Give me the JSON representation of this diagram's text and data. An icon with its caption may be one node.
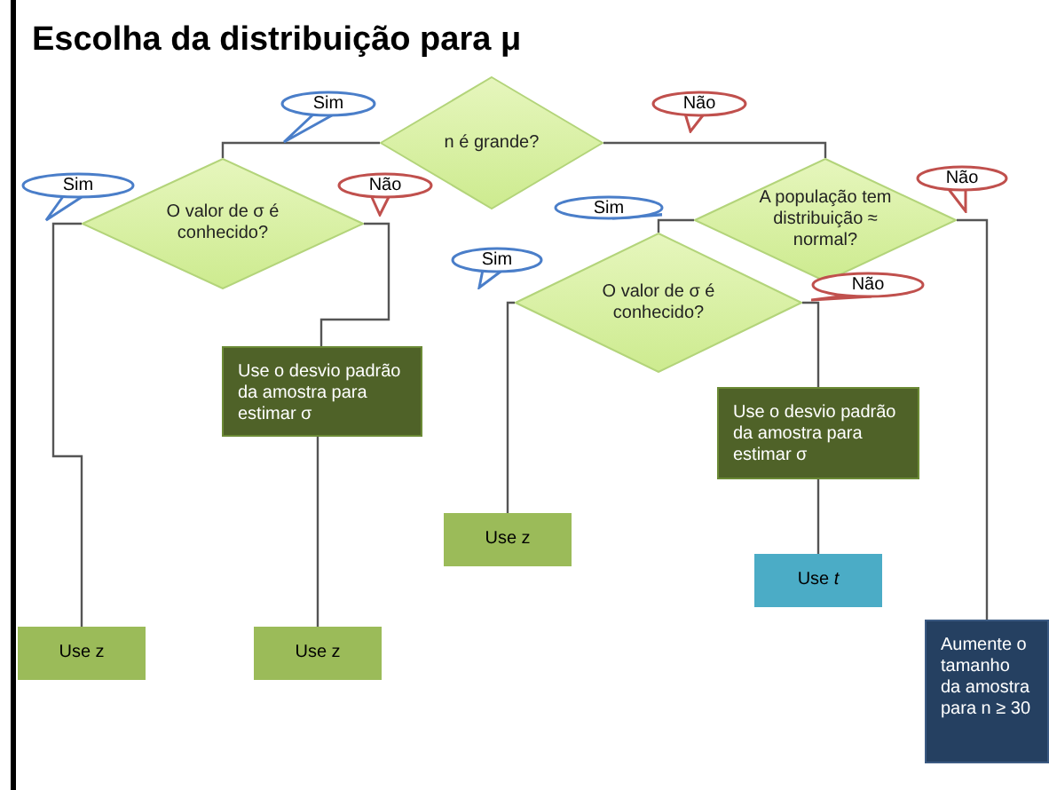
{
  "diagram": {
    "title": "Escolha da distribuição para μ",
    "nodes": [
      {
        "text": [
          "n é grande?"
        ]
      },
      {
        "text": [
          "O valor de σ é conhecido?"
        ]
      },
      {
        "text": [
          "A população tem distribuição ≈ normal?"
        ]
      },
      {
        "text": [
          "O valor de σ é conhecido?"
        ]
      },
      {
        "text": [
          "Use o desvio padrão da amostra para estimar σ"
        ]
      },
      {
        "text": [
          "Use o desvio padrão da amostra para estimar σ"
        ]
      },
      {
        "text": [
          "Use z"
        ]
      },
      {
        "text": [
          "Use z"
        ]
      },
      {
        "text": [
          "Use z"
        ]
      },
      {
        "text": [
          "Use *t*"
        ]
      },
      {
        "text": [
          "Aumente o tamanho da amostra para n ≥ 30"
        ]
      }
    ],
    "edges": [
      {
        "from": 0,
        "to": 1,
        "arrow": "none",
        "label": "Sim"
      },
      {
        "from": 0,
        "to": 2,
        "arrow": "none",
        "label": "Não"
      },
      {
        "from": 1,
        "to": 6,
        "arrow": "none",
        "label": "Sim"
      },
      {
        "from": 1,
        "to": 4,
        "arrow": "none",
        "label": "Não"
      },
      {
        "from": 4,
        "to": 7,
        "arrow": "none"
      },
      {
        "from": 2,
        "to": 3,
        "arrow": "none",
        "label": "Sim"
      },
      {
        "from": 2,
        "to": 10,
        "arrow": "none",
        "label": "Não"
      },
      {
        "from": 3,
        "to": 8,
        "arrow": "none",
        "label": "Sim"
      },
      {
        "from": 3,
        "to": 5,
        "arrow": "none",
        "label": "Não"
      },
      {
        "from": 5,
        "to": 9,
        "arrow": "none"
      }
    ]
  }
}
